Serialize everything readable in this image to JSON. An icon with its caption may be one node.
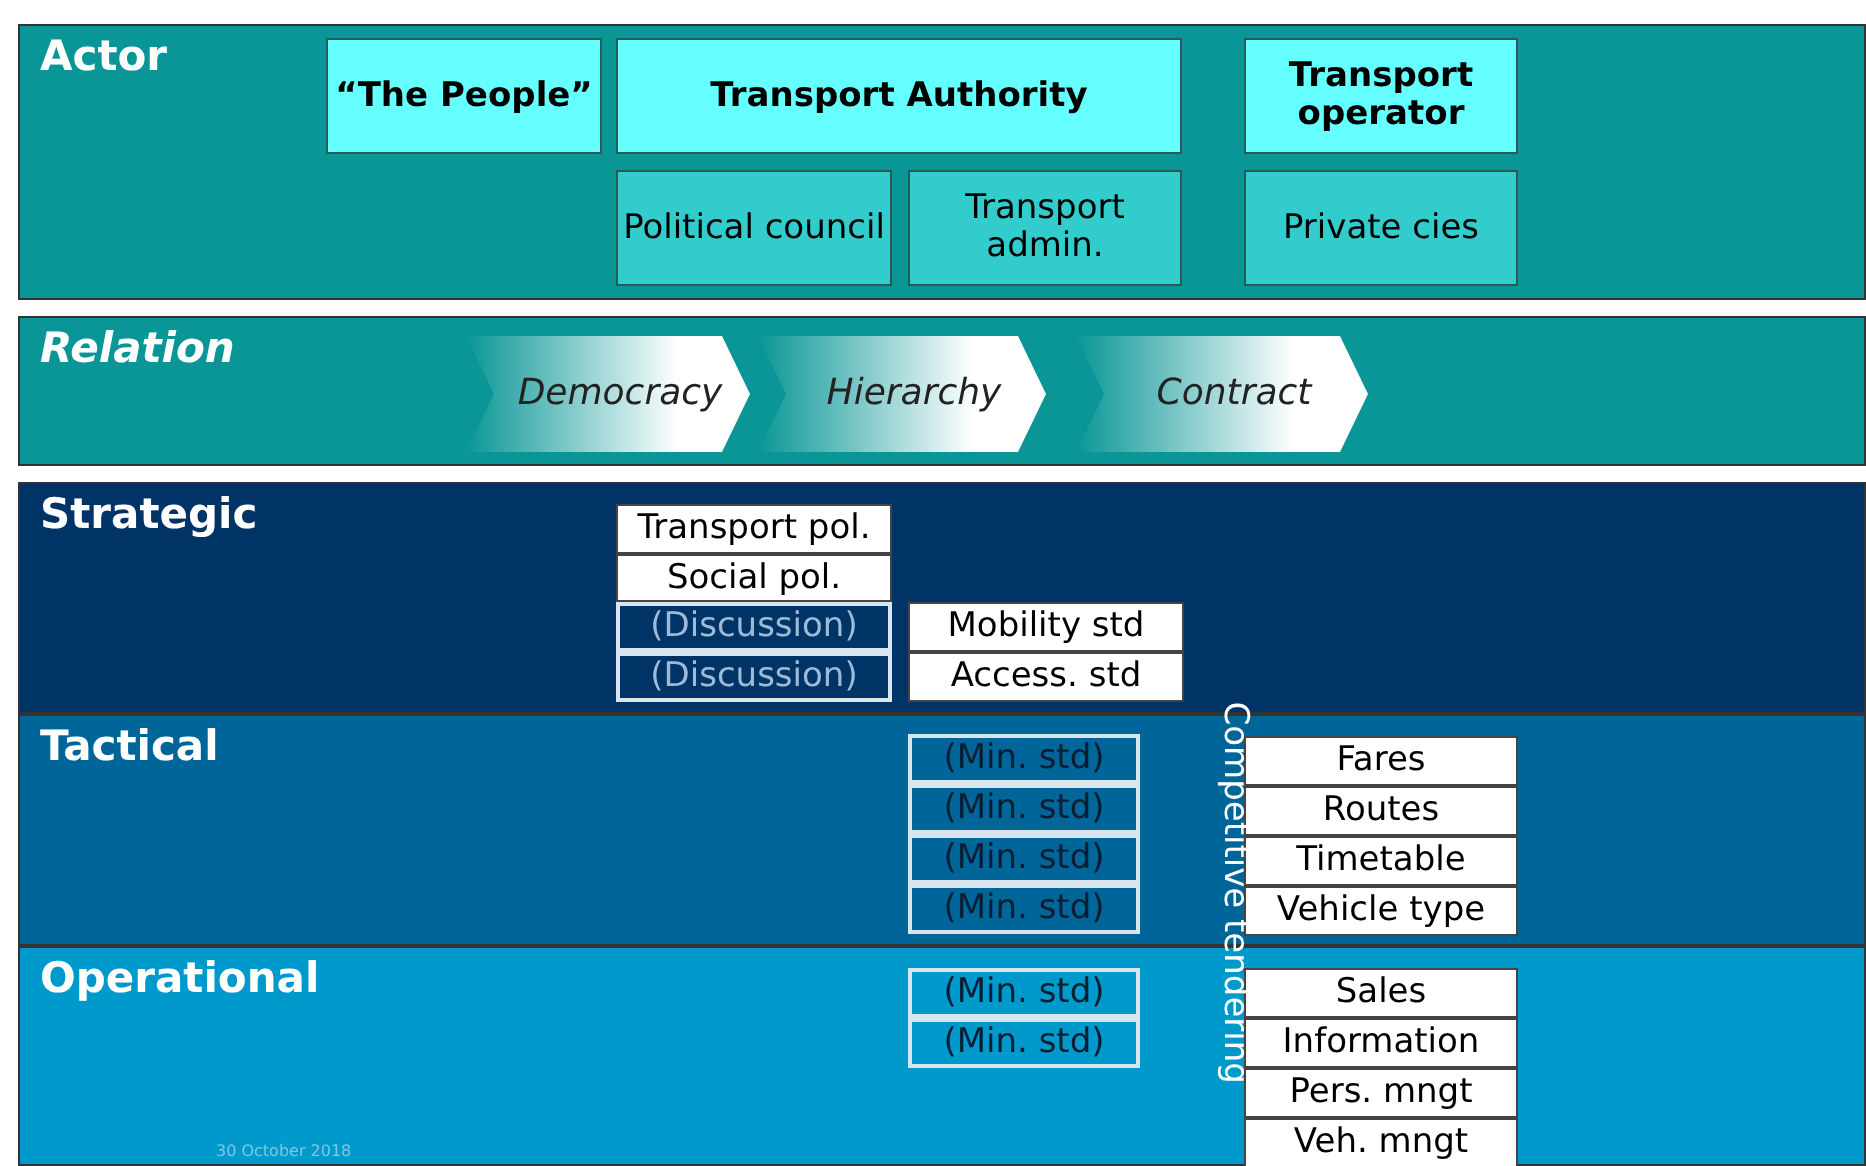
{
  "diagram": {
    "nodes": [
      {
        "text": [
          "Actor"
        ]
      },
      {
        "text": [
          "“The People”"
        ],
        "in": 0
      },
      {
        "text": [
          "Transport Authority"
        ],
        "in": 0
      },
      {
        "text": [
          "Transport operator"
        ],
        "in": 0
      },
      {
        "text": [
          "Political council"
        ],
        "in": 0
      },
      {
        "text": [
          "Transport admin."
        ],
        "in": 0
      },
      {
        "text": [
          "Private cies"
        ],
        "in": 0
      },
      {
        "text": [
          "Relation"
        ]
      },
      {
        "text": [
          "Democracy"
        ],
        "in": 7
      },
      {
        "text": [
          "Hierarchy"
        ],
        "in": 7
      },
      {
        "text": [
          "Contract"
        ],
        "in": 7
      },
      {
        "text": [
          "Strategic"
        ]
      },
      {
        "text": [
          "Transport pol."
        ],
        "in": 11
      },
      {
        "text": [
          "Social pol."
        ],
        "in": 11
      },
      {
        "text": [
          "(Discussion)"
        ],
        "in": 11
      },
      {
        "text": [
          "(Discussion)"
        ],
        "in": 11
      },
      {
        "text": [
          "Mobility std"
        ],
        "in": 11
      },
      {
        "text": [
          "Access. std"
        ],
        "in": 11
      },
      {
        "text": [
          "Tactical"
        ]
      },
      {
        "text": [
          "(Min. std)"
        ],
        "in": 18
      },
      {
        "text": [
          "(Min. std)"
        ],
        "in": 18
      },
      {
        "text": [
          "(Min. std)"
        ],
        "in": 18
      },
      {
        "text": [
          "(Min. std)"
        ],
        "in": 18
      },
      {
        "text": [
          "Fares"
        ],
        "in": 18
      },
      {
        "text": [
          "Routes"
        ],
        "in": 18
      },
      {
        "text": [
          "Timetable"
        ],
        "in": 18
      },
      {
        "text": [
          "Vehicle type"
        ],
        "in": 18
      },
      {
        "text": [
          "Operational"
        ]
      },
      {
        "text": [
          "(Min. std)"
        ],
        "in": 27
      },
      {
        "text": [
          "(Min. std)"
        ],
        "in": 27
      },
      {
        "text": [
          "Sales"
        ],
        "in": 27
      },
      {
        "text": [
          "Information"
        ],
        "in": 27
      },
      {
        "text": [
          "Pers. mngt"
        ],
        "in": 27
      },
      {
        "text": [
          "Veh. mngt"
        ],
        "in": 27
      }
    ],
    "labels": [
      "Competitive tendering",
      "30 October 2018"
    ]
  }
}
